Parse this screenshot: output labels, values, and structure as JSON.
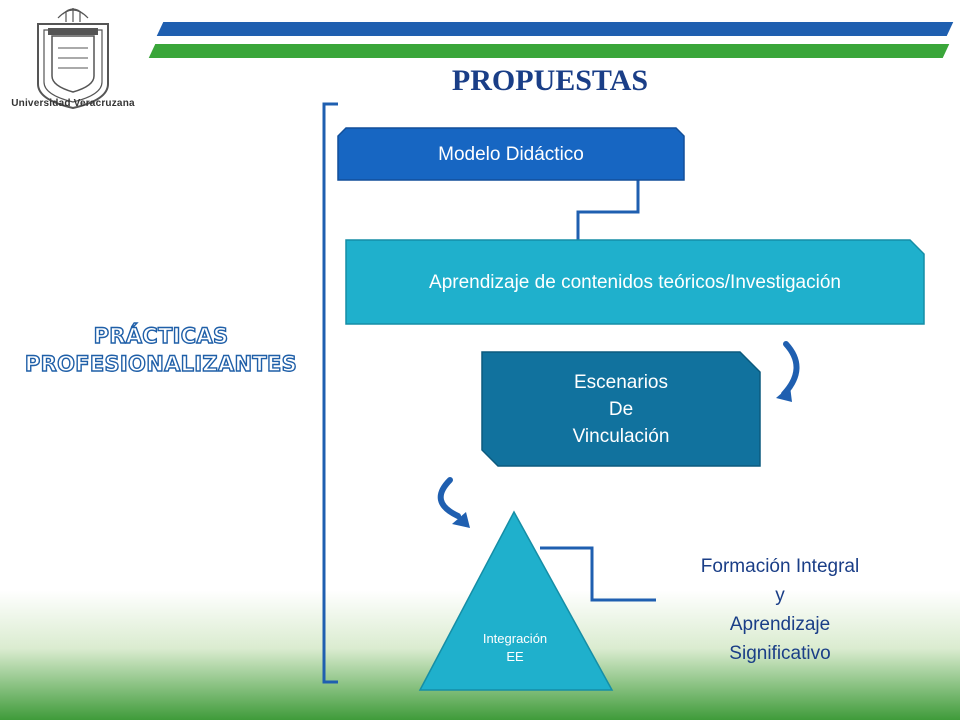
{
  "header": {
    "logo_caption": "Universidad Veracruzana",
    "title": "PROPUESTAS"
  },
  "side_label": {
    "line1": "PRÁCTICAS",
    "line2": "PROFESIONALIZANTES"
  },
  "diagram": {
    "box1": "Modelo Didáctico",
    "box2": "Aprendizaje  de contenidos teóricos/Investigación",
    "box3": {
      "line1": "Escenarios",
      "line2": "De",
      "line3": "Vinculación"
    },
    "triangle": {
      "line1": "Integración",
      "line2": "EE"
    },
    "outcome": {
      "line1": "Formación Integral",
      "line2": "y",
      "line3": "Aprendizaje",
      "line4": "Significativo"
    }
  },
  "colors": {
    "title_blue": "#1a3e87",
    "box1_blue": "#1766c2",
    "box2_cyan": "#1fb0cc",
    "box3_teal": "#11729e",
    "stripe_blue": "#1f5fb0",
    "stripe_green": "#3aa63a"
  }
}
